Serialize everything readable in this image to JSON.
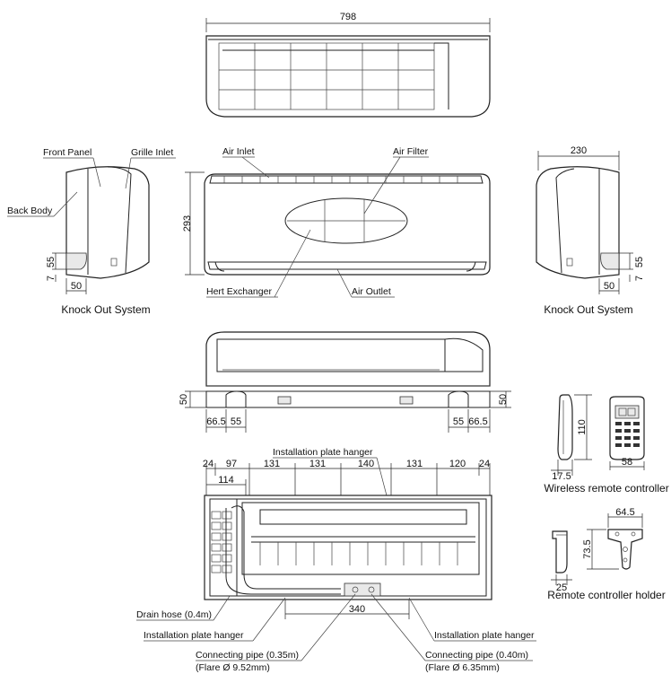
{
  "top_view": {
    "width_dim": "798"
  },
  "left_view": {
    "labels": {
      "front_panel": "Front Panel",
      "grille_inlet": "Grille Inlet",
      "back_body": "Back Body"
    },
    "dims": {
      "h55": "55",
      "h7": "7",
      "w50": "50"
    },
    "caption": "Knock Out System"
  },
  "front_view": {
    "labels": {
      "air_inlet": "Air Inlet",
      "air_filter": "Air Filter",
      "heat_exchanger": "Hert Exchanger",
      "air_outlet": "Air Outlet"
    },
    "height_dim": "293"
  },
  "right_view": {
    "depth_dim": "230",
    "dims": {
      "h55": "55",
      "h7": "7",
      "w50": "50"
    },
    "caption": "Knock Out System"
  },
  "bottom_view": {
    "dims": {
      "left_h": "50",
      "right_h": "50",
      "l665": "66.5",
      "l55": "55",
      "r55": "55",
      "r665": "66.5"
    }
  },
  "remote": {
    "height_dim": "110",
    "depth_dim": "17.5",
    "width_dim": "58",
    "caption": "Wireless remote controller"
  },
  "holder": {
    "width_dim": "64.5",
    "height_dim": "73.5",
    "depth_dim": "25",
    "caption": "Remote controller holder"
  },
  "rear_view": {
    "top_dims": [
      "24",
      "97",
      "131",
      "131",
      "140",
      "131",
      "120",
      "24"
    ],
    "dim_114": "114",
    "dim_340": "340",
    "labels": {
      "hanger_top": "Installation plate hanger",
      "drain_hose": "Drain hose (0.4m)",
      "hanger_left": "Installation plate hanger",
      "hanger_right": "Installation plate hanger",
      "pipe_left": "Connecting pipe (0.35m)",
      "flare_left": "(Flare Ø 9.52mm)",
      "pipe_right": "Connecting pipe (0.40m)",
      "flare_right": "(Flare Ø 6.35mm)"
    }
  }
}
